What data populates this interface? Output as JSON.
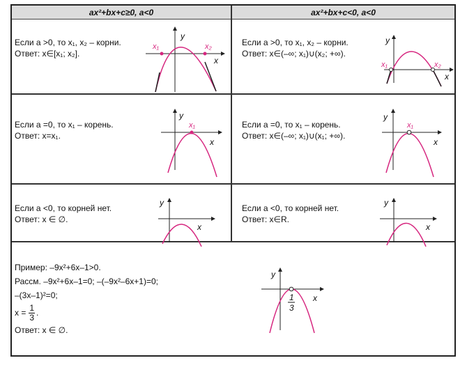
{
  "headers": {
    "left": "ax²+bx+c≥0, a<0",
    "right": "ax²+bx+c<0, a<0"
  },
  "rows": [
    {
      "left": {
        "line1": "Если a >0, то x₁, x₂ – корни.",
        "line2": "Ответ: x∈[x₁; x₂]."
      },
      "right": {
        "line1": "Если a >0, то x₁, x₂ – корни.",
        "line2": "Ответ: x∈(–∞; x₁)∪(x₂; +∞)."
      }
    },
    {
      "left": {
        "line1": "Если a =0, то x₁ – корень.",
        "line2": "Ответ: x=x₁."
      },
      "right": {
        "line1": "Если a =0, то x₁ – корень.",
        "line2": "Ответ: x∈(–∞; x₁)∪(x₁; +∞)."
      }
    },
    {
      "left": {
        "line1": "Если a <0, то корней нет.",
        "line2": "Ответ: x ∈ ∅."
      },
      "right": {
        "line1": "Если a <0, то корней нет.",
        "line2": "Ответ: x∈R."
      }
    }
  ],
  "example": {
    "line1": "Пример: –9x²+6x–1>0.",
    "line2": "Рассм. –9x²+6x–1=0; –(–9x²–6x+1)=0;",
    "line3": "–(3x–1)²=0;",
    "line4_prefix": "x =",
    "frac_num": "1",
    "frac_den": "3",
    "line5": "Ответ: x ∈ ∅."
  },
  "graph_labels": {
    "x": "x",
    "y": "y",
    "x1": "x₁",
    "x2": "x₂",
    "root_num": "1",
    "root_den": "3"
  },
  "colors": {
    "curve": "#d6267f",
    "header_bg": "#dcdcdc",
    "axis": "#222222"
  }
}
